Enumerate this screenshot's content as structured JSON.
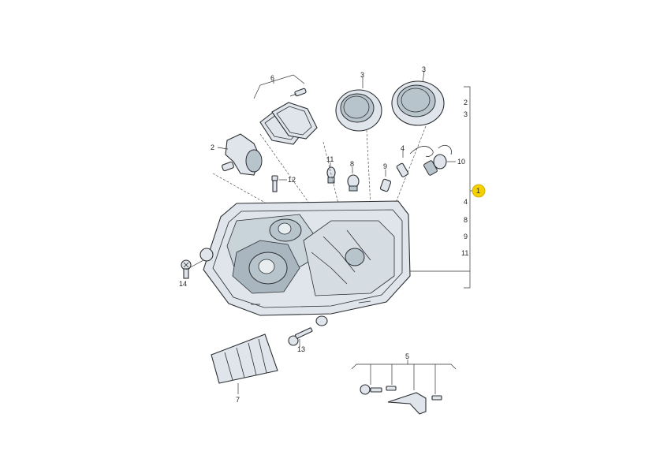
{
  "callouts": {
    "c6": "6",
    "c3a": "3",
    "c3b": "3",
    "c2": "2",
    "c12": "12",
    "c11": "11",
    "c8": "8",
    "c9": "9",
    "c4": "4",
    "c10": "10",
    "c14": "14",
    "c13": "13",
    "c7": "7",
    "c5": "5"
  },
  "legend": {
    "items": [
      "2",
      "3",
      "4",
      "8",
      "9",
      "11"
    ],
    "highlight": "1",
    "highlight_color": "#f5d000"
  }
}
